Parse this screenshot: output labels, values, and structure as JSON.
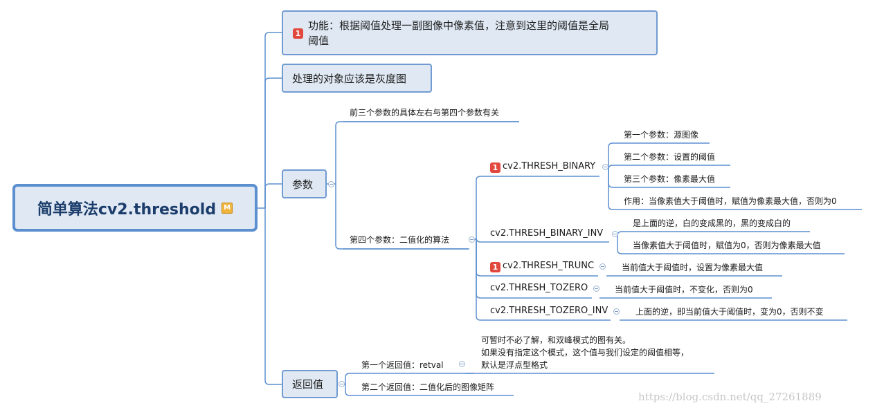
{
  "root": {
    "label": "简单算法cv2.threshold",
    "marker": "M"
  },
  "branches": {
    "function": {
      "badge": "1",
      "text_line1": "功能：根据阈值处理一副图像中像素值，注意到这里的阈值是全局",
      "text_line2": "阈值"
    },
    "grayscale": {
      "text": "处理的对象应该是灰度图"
    },
    "params": {
      "label": "参数",
      "children": {
        "first_three": "前三个参数的具体左右与第四个参数有关",
        "fourth": {
          "label": "第四个参数：二值化的算法",
          "methods": {
            "binary": {
              "badge": "1",
              "label": "cv2.THRESH_BINARY",
              "details": [
                "第一个参数：源图像",
                "第二个参数：设置的阈值",
                "第三个参数：像素最大值",
                "作用：当像素值大于阈值时，赋值为像素最大值，否则为0"
              ]
            },
            "binary_inv": {
              "label": "cv2.THRESH_BINARY_INV",
              "details": [
                "是上面的逆，白的变成黑的，黑的变成白的",
                "当像素值大于阈值时，赋值为0，否则为像素最大值"
              ]
            },
            "trunc": {
              "badge": "1",
              "label": "cv2.THRESH_TRUNC",
              "detail": "当前值大于阈值时，设置为像素最大值"
            },
            "tozero": {
              "label": "cv2.THRESH_TOZERO",
              "detail": "当前值大于阈值时，不变化，否则为0"
            },
            "tozero_inv": {
              "label": "cv2.THRESH_TOZERO_INV",
              "detail": "上面的逆，即当前值大于阈值时，变为0，否则不变"
            }
          }
        }
      }
    },
    "return": {
      "label": "返回值",
      "first": {
        "label": "第一个返回值：retval",
        "note_lines": [
          "可暂时不必了解，和双峰模式的图有关。",
          "如果没有指定这个模式，这个值与我们设定的阈值相等，",
          "默认是浮点型格式"
        ]
      },
      "second": {
        "label": "第二个返回值：二值化后的图像矩阵"
      }
    }
  },
  "watermark": "https://blog.csdn.net/qq_27261889",
  "colors": {
    "line": "#5b8fd0",
    "box_fill": "#dfe8f3",
    "badge": "#e2483d"
  }
}
